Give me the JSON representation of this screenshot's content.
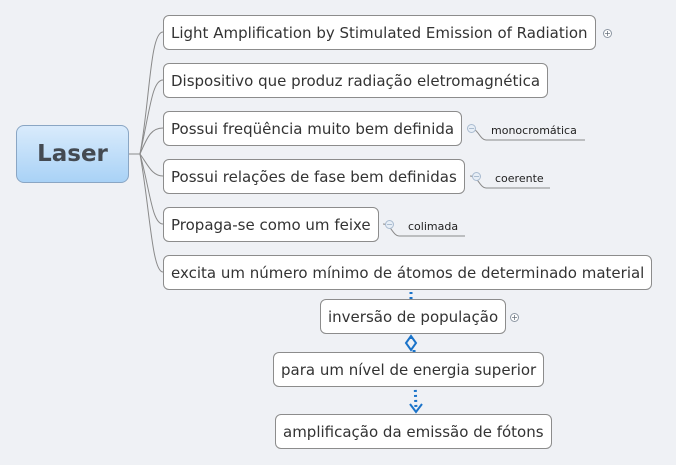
{
  "central": {
    "label": "Laser"
  },
  "topics": [
    {
      "label": "Light Amplification by Stimulated Emission of Radiation",
      "toggle": "+"
    },
    {
      "label": "Dispositivo que produz radiação eletromagnética"
    },
    {
      "label": "Possui freqüência muito bem definida",
      "toggle": "−",
      "child": "monocromática"
    },
    {
      "label": "Possui relações de fase bem definidas",
      "toggle": "−",
      "child": "coerente"
    },
    {
      "label": "Propaga-se como um feixe",
      "toggle": "−",
      "child": "colimada"
    },
    {
      "label": "excita um número mínimo de átomos de determinado material"
    }
  ],
  "floating": [
    {
      "label": "inversão de população",
      "toggle": "+"
    },
    {
      "label": "para um nível de energia superior"
    },
    {
      "label": "amplificação da emissão de fótons"
    }
  ],
  "colors": {
    "background": "#eff1f5",
    "relationship_line": "#1a73c9",
    "central_fill_top": "#d9ebfc",
    "central_fill_bottom": "#a9d2f6"
  }
}
